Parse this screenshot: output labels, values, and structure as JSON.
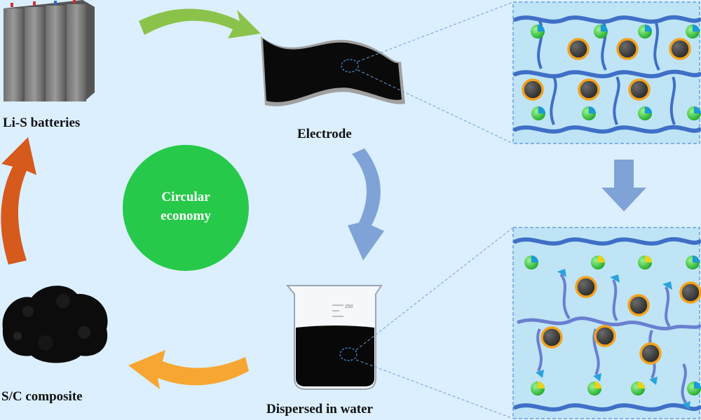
{
  "labels": {
    "batteries": "Li-S batteries",
    "electrode": "Electrode",
    "dispersed": "Dispersed in water",
    "composite": "S/C composite",
    "circular_line1": "Circular",
    "circular_line2": "economy",
    "beaker_mark": "250"
  },
  "colors": {
    "background": "#dcefff",
    "green_arrow": "#8bc34a",
    "blue_arrow": "#7fa3d6",
    "orange_arrow": "#f7a631",
    "red_arrow": "#d65a1c",
    "circle": "#27c94a",
    "binder": "#3f6fc6",
    "particle_core": "#3a3a3a",
    "particle_ring": "#f3a21d",
    "panel_fill": "#bfe4f6"
  }
}
